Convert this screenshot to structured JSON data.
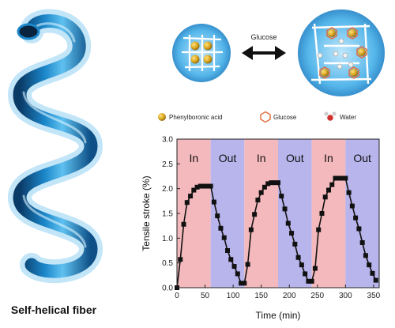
{
  "figure": {
    "caption": "Self-helical fiber",
    "arrow_label": "Glucose",
    "legend": [
      {
        "label": "Phenylboronic acid",
        "icon": "phenylboronic-acid-icon",
        "color": "#d9a520"
      },
      {
        "label": "Glucose",
        "icon": "glucose-icon",
        "color": "#e06a3a"
      },
      {
        "label": "Water",
        "icon": "water-molecule-icon",
        "color": "#d33030"
      }
    ]
  },
  "chart_data": {
    "type": "line",
    "xlabel": "Time (min)",
    "ylabel": "Tensile stroke (%)",
    "xlim": [
      0,
      360
    ],
    "ylim": [
      0,
      3.0
    ],
    "x_ticks": [
      "0",
      "50",
      "100",
      "150",
      "200",
      "250",
      "300",
      "350"
    ],
    "y_ticks": [
      "0.0",
      "0.5",
      "1.0",
      "1.5",
      "2.0",
      "2.5",
      "3.0"
    ],
    "phases": [
      {
        "label": "In",
        "start": 0,
        "end": 60,
        "color": "#f4b9bd"
      },
      {
        "label": "Out",
        "start": 60,
        "end": 120,
        "color": "#b8b4ec"
      },
      {
        "label": "In",
        "start": 120,
        "end": 180,
        "color": "#f4b9bd"
      },
      {
        "label": "Out",
        "start": 180,
        "end": 240,
        "color": "#b8b4ec"
      },
      {
        "label": "In",
        "start": 240,
        "end": 300,
        "color": "#f4b9bd"
      },
      {
        "label": "Out",
        "start": 300,
        "end": 360,
        "color": "#b8b4ec"
      }
    ],
    "series": [
      {
        "x": [
          0,
          6,
          12,
          18,
          24,
          30,
          36,
          42,
          48,
          54,
          60,
          66,
          72,
          78,
          84,
          90,
          96,
          102,
          108,
          114,
          120,
          126,
          132,
          138,
          144,
          150,
          156,
          162,
          168,
          174,
          180,
          186,
          192,
          198,
          204,
          210,
          216,
          222,
          228,
          234,
          240,
          246,
          252,
          258,
          264,
          270,
          276,
          282,
          288,
          294,
          300,
          306,
          312,
          318,
          324,
          330,
          336,
          342,
          348,
          354
        ],
        "y": [
          0.0,
          0.57,
          1.28,
          1.72,
          1.85,
          1.97,
          2.03,
          2.05,
          2.05,
          2.05,
          2.05,
          1.73,
          1.45,
          1.2,
          1.01,
          0.75,
          0.57,
          0.43,
          0.28,
          0.09,
          0.09,
          0.47,
          1.17,
          1.48,
          1.77,
          1.92,
          2.03,
          2.1,
          2.12,
          2.12,
          2.12,
          1.85,
          1.59,
          1.3,
          1.1,
          0.88,
          0.61,
          0.46,
          0.28,
          0.13,
          0.13,
          0.39,
          1.17,
          1.5,
          1.83,
          1.97,
          2.08,
          2.21,
          2.21,
          2.21,
          2.21,
          1.92,
          1.65,
          1.41,
          1.19,
          0.91,
          0.65,
          0.46,
          0.29,
          0.15
        ]
      }
    ]
  }
}
